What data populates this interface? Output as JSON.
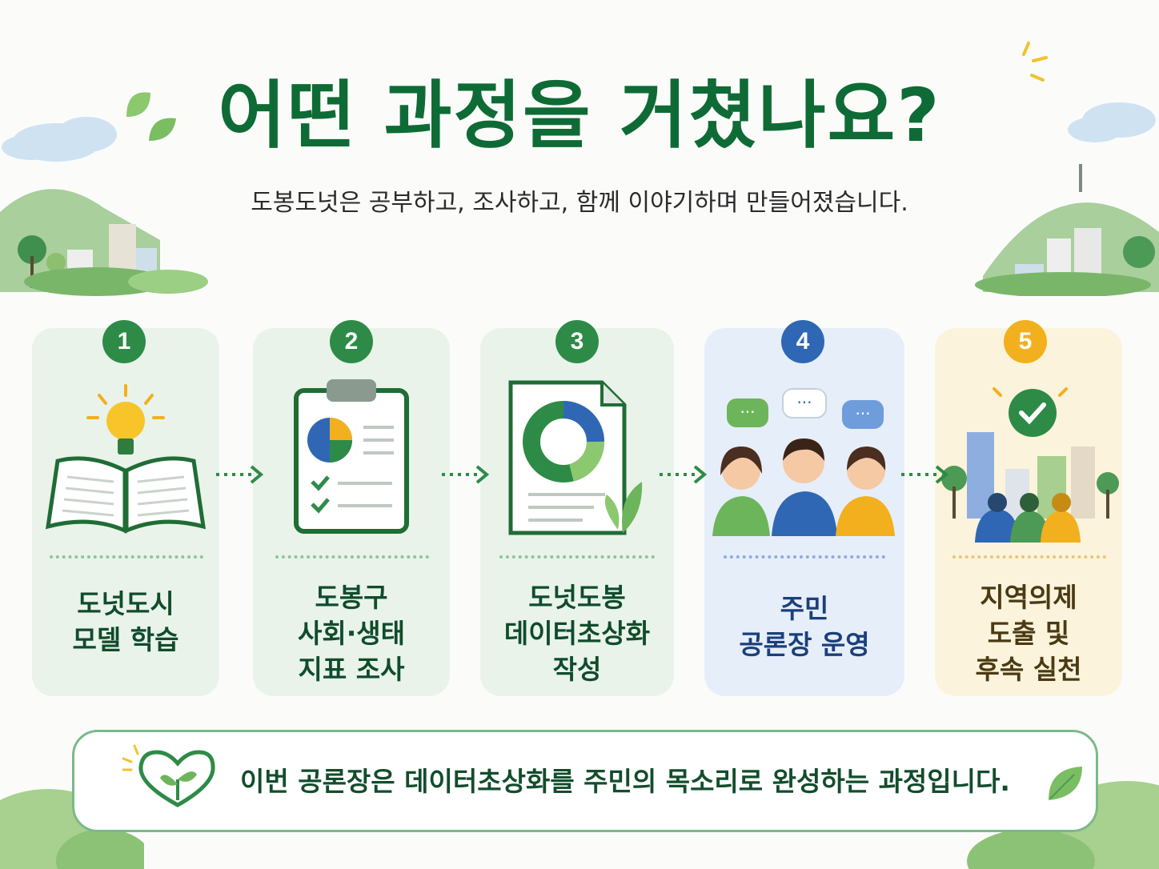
{
  "title": "어떤 과정을 거쳤나요?",
  "subtitle": "도봉도넛은 공부하고, 조사하고, 함께 이야기하며 만들어졌습니다.",
  "steps": [
    {
      "number": "1",
      "label": "도넛도시\n모델 학습",
      "icon": "book-lightbulb-icon",
      "accent": "#2e8b47",
      "bg": "#e9f3ea"
    },
    {
      "number": "2",
      "label": "도봉구\n사회·생태\n지표 조사",
      "icon": "clipboard-chart-icon",
      "accent": "#2e8b47",
      "bg": "#e9f3ea"
    },
    {
      "number": "3",
      "label": "도넛도봉\n데이터초상화\n작성",
      "icon": "donut-report-icon",
      "accent": "#2e8b47",
      "bg": "#e9f3ea"
    },
    {
      "number": "4",
      "label": "주민\n공론장 운영",
      "icon": "residents-discussion-icon",
      "accent": "#2f67b5",
      "bg": "#e6eefa"
    },
    {
      "number": "5",
      "label": "지역의제\n도출 및\n후속 실천",
      "icon": "city-checkmark-icon",
      "accent": "#f2b01e",
      "bg": "#fbf3dc"
    }
  ],
  "banner": {
    "text": "이번 공론장은 데이터초상화를 주민의 목소리로 완성하는 과정입니다.",
    "icon": "heart-sprout-icon"
  },
  "colors": {
    "title": "#0f6b35",
    "green": "#2e8b47",
    "blue": "#2f67b5",
    "yellow": "#f2b01e"
  }
}
